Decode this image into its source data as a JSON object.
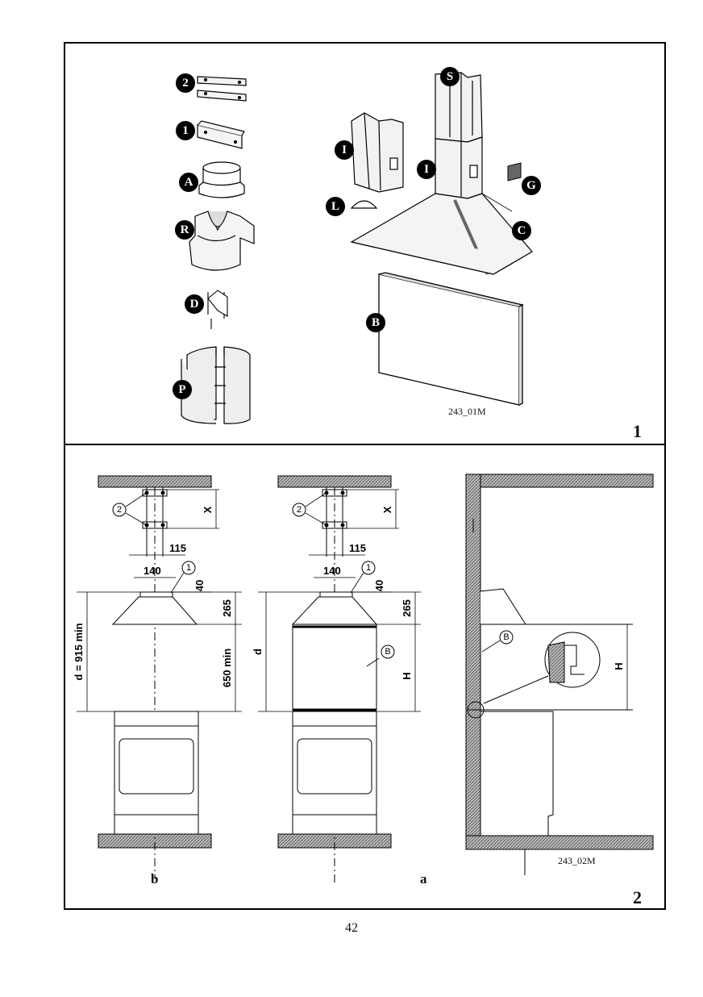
{
  "figure1": {
    "number": "1",
    "code": "243_01M",
    "parts": {
      "bracket_2": "2",
      "bracket_1": "1",
      "adapter_A": "A",
      "reducer_R": "R",
      "damper_D": "D",
      "panel_P": "P",
      "chimney_S": "S",
      "chimney_I_left": "I",
      "chimney_I_right": "I",
      "filter_G": "G",
      "canopy_C": "C",
      "cover_L": "L",
      "backplate_B": "B"
    }
  },
  "figure2": {
    "number": "2",
    "code": "243_02M",
    "view_b_label": "b",
    "view_a_label": "a",
    "dimensions": {
      "x": "X",
      "d115": "115",
      "d140": "140",
      "d40": "40",
      "d265": "265",
      "d915": "d = 915 min",
      "d650": "650 min",
      "d_label": "d",
      "h_label": "H"
    },
    "callouts": {
      "c2": "2",
      "c1": "1",
      "cB": "B"
    }
  },
  "page_number": "42"
}
